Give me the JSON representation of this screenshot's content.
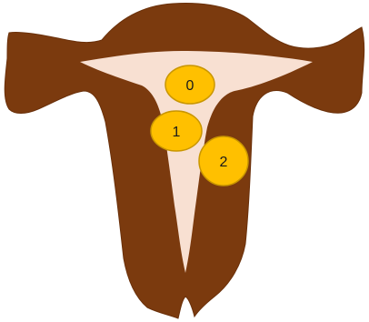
{
  "colors": {
    "background": "#ffffff",
    "organ_wall": "#7b3a0e",
    "organ_wall_stroke": "#6a300a",
    "cavity": "#f8e0d2",
    "marker_fill": "#ffc000",
    "marker_stroke": "#c99600",
    "marker_text": "#1a1a1a"
  },
  "markers": [
    {
      "id": "marker-0",
      "label": "0"
    },
    {
      "id": "marker-1",
      "label": "1"
    },
    {
      "id": "marker-2",
      "label": "2"
    }
  ]
}
